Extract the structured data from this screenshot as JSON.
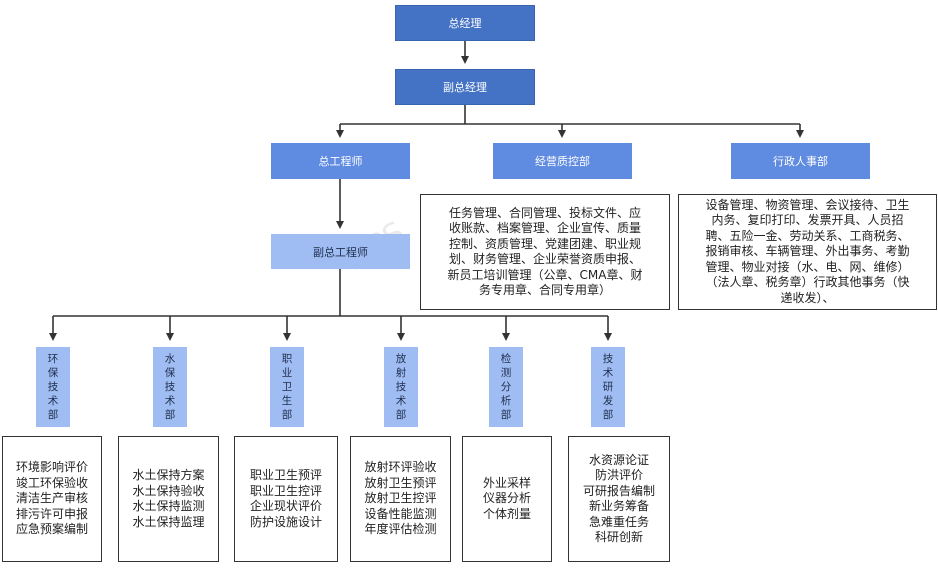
{
  "nodes": {
    "gm": "总经理",
    "dgm": "副总经理",
    "chief_engineer": "总工程师",
    "operations": "经营质控部",
    "admin_hr": "行政人事部",
    "deputy_engineer": "副总工程师"
  },
  "operations_duties": "任务管理、合同管理、投标文件、应\n收账款、档案管理、企业宣传、质量\n控制、资质管理、党建团建、职业规\n划、财务管理、企业荣誉资质申报、\n新员工培训管理（公章、CMA章、财\n务专用章、合同专用章）",
  "admin_duties": "设备管理、物资管理、会议接待、卫生\n内务、复印打印、发票开具、人员招\n聘、五险一金、劳动关系、工商税务、\n报销审核、车辆管理、外出事务、考勤\n管理、物业对接（水、电、网、维修）\n（法人章、税务章）行政其他事务（快\n递收发）、",
  "departments": [
    {
      "label": "环\n保\n技\n术\n部",
      "duties": "环境影响评价\n竣工环保验收\n清洁生产审核\n排污许可申报\n应急预案编制"
    },
    {
      "label": "水\n保\n技\n术\n部",
      "duties": "水土保持方案\n水土保持验收\n水土保持监测\n水土保持监理"
    },
    {
      "label": "职\n业\n卫\n生\n部",
      "duties": "职业卫生预评\n职业卫生控评\n企业现状评价\n防护设施设计"
    },
    {
      "label": "放\n射\n技\n术\n部",
      "duties": "放射环评验收\n放射卫生预评\n放射卫生控评\n设备性能监测\n年度评估检测"
    },
    {
      "label": "检\n测\n分\n析\n部",
      "duties": "外业采样\n仪器分析\n个体剂量"
    },
    {
      "label": "技\n术\n研\n发\n部",
      "duties": "水资源论证\n防洪评价\n可研报告编制\n新业务筹备\n急难重任务\n科研创新"
    }
  ],
  "watermark": "WPS",
  "colors": {
    "dark": "#4472c4",
    "mid": "#5f8be0",
    "light": "#9fbdf2",
    "line": "#333333"
  }
}
